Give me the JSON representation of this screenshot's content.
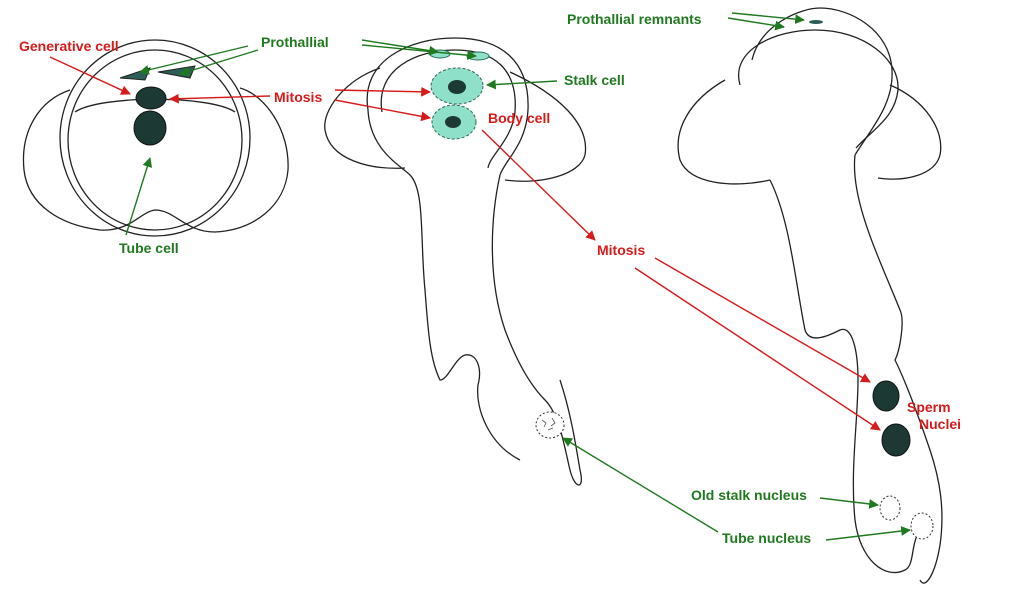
{
  "labels": {
    "generative_cell": "Generative cell",
    "prothallial": "Prothallial",
    "mitosis_1": "Mitosis",
    "tube_cell": "Tube cell",
    "stalk_cell": "Stalk cell",
    "body_cell": "Body cell",
    "prothallial_remnants": "Prothallial remnants",
    "mitosis_2": "Mitosis",
    "sperm_nuclei_line1": "Sperm",
    "sperm_nuclei_line2": "Nuclei",
    "old_stalk_nucleus": "Old stalk nucleus",
    "tube_nucleus": "Tube nucleus"
  },
  "colors": {
    "red_label": "#d71a1a",
    "green_label": "#1f7a1f",
    "outline": "#222222",
    "nucleus": "#1c3a33",
    "cell_fill": "#8fe0c8"
  }
}
